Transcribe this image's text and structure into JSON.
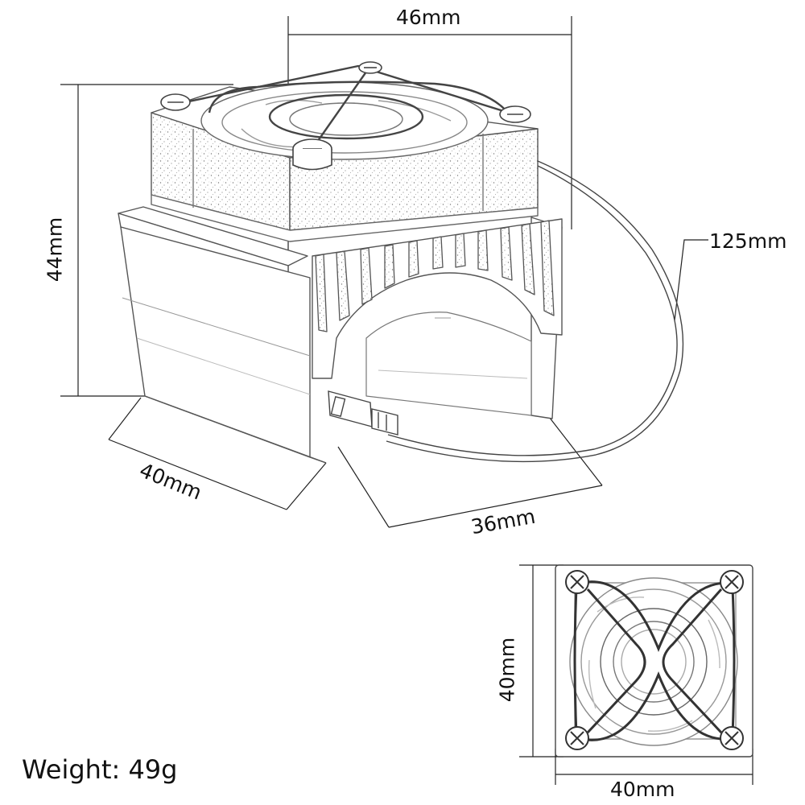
{
  "dimensions": {
    "top_width": "46mm",
    "height": "44mm",
    "cable_length": "125mm",
    "depth": "40mm",
    "bore": "36mm",
    "front_height": "40mm",
    "front_width": "40mm"
  },
  "weight": "Weight: 49g",
  "colors": {
    "line": "#222222",
    "sketch": "#555555",
    "light": "#9a9a9a",
    "texture": "#8a8a8a"
  }
}
